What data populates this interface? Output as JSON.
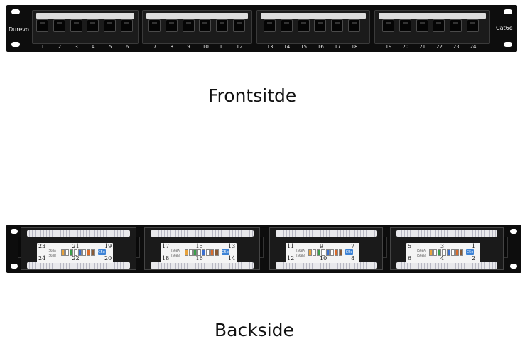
{
  "front_panel": {
    "brand_left": "Durevo",
    "brand_right": "Cat6e",
    "port_numbers": [
      "1",
      "2",
      "3",
      "4",
      "5",
      "6",
      "7",
      "8",
      "9",
      "10",
      "11",
      "12",
      "13",
      "14",
      "15",
      "16",
      "17",
      "18",
      "19",
      "20",
      "21",
      "22",
      "23",
      "24"
    ]
  },
  "front_caption": "Frontsitde",
  "back_panel": {
    "modules": [
      {
        "top_left": "23",
        "top_mid": "21",
        "top_right": "19",
        "bottom_left": "24",
        "bottom_mid": "22",
        "bottom_right": "20",
        "badge": "C5e"
      },
      {
        "top_left": "17",
        "top_mid": "15",
        "top_right": "13",
        "bottom_left": "18",
        "bottom_mid": "16",
        "bottom_right": "14",
        "badge": "C5e"
      },
      {
        "top_left": "11",
        "top_mid": "9",
        "top_right": "7",
        "bottom_left": "12",
        "bottom_mid": "10",
        "bottom_right": "8",
        "badge": "C5e"
      },
      {
        "top_left": "5",
        "top_mid": "3",
        "top_right": "1",
        "bottom_left": "6",
        "bottom_mid": "4",
        "bottom_right": "2",
        "badge": "C5e"
      }
    ],
    "wiring_legend_top": "T568A",
    "wiring_legend_bottom": "T568B",
    "pin_colors": [
      "#e8a33d",
      "#ffffff",
      "#3aa04b",
      "#ffffff",
      "#3b6fd0",
      "#ffffff",
      "#d96b2c",
      "#8a5a34"
    ]
  },
  "back_caption": "Backside",
  "colors": {
    "panel": "#0d0d0d",
    "badge": "#3d83d6",
    "label": "#dcdcdc"
  }
}
